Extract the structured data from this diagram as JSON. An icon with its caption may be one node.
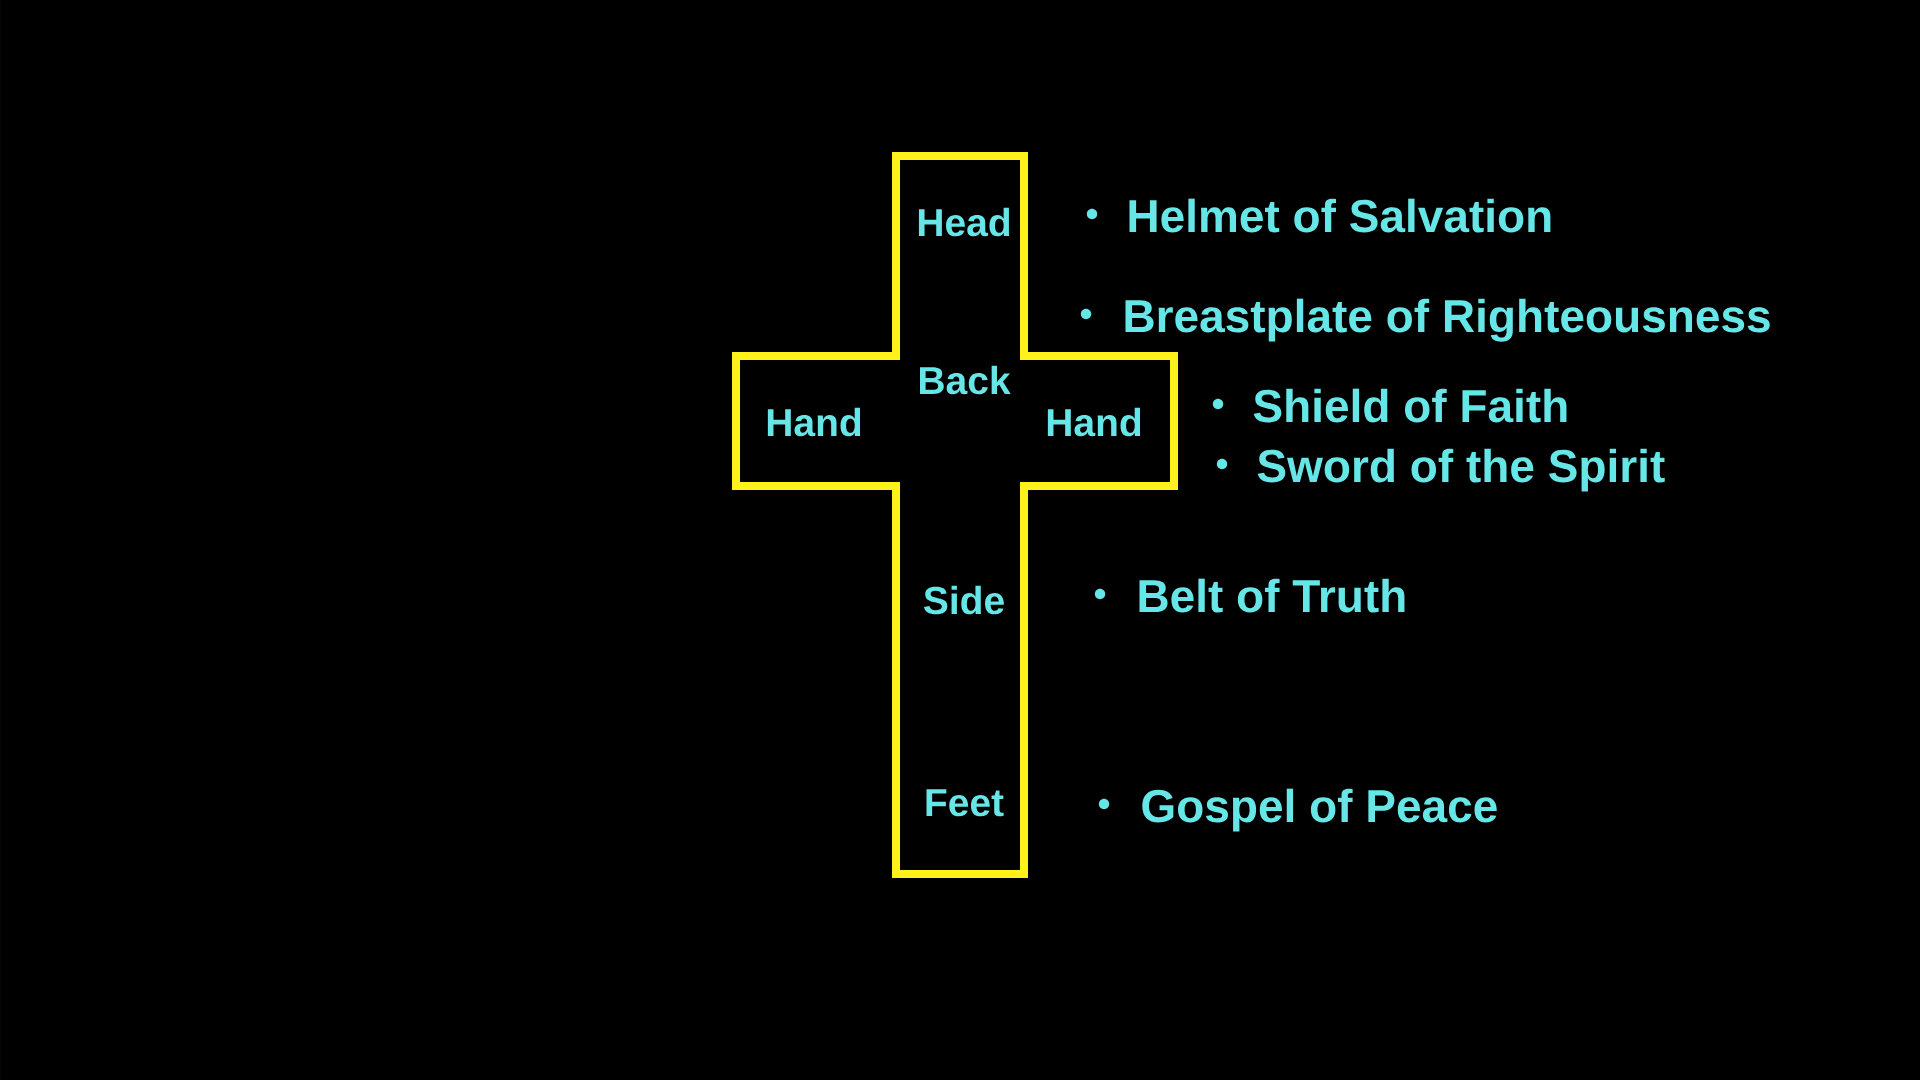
{
  "diagram": {
    "nodes": [
      {
        "text": [
          "Head",
          "Back",
          "Hand",
          "Hand",
          "Side",
          "Feet"
        ]
      }
    ],
    "labels": [
      "Helmet of Salvation",
      "Breastplate of Righteousness",
      "Shield of Faith",
      "Sword of the Spirit",
      "Belt of Truth",
      "Gospel of Peace"
    ]
  }
}
